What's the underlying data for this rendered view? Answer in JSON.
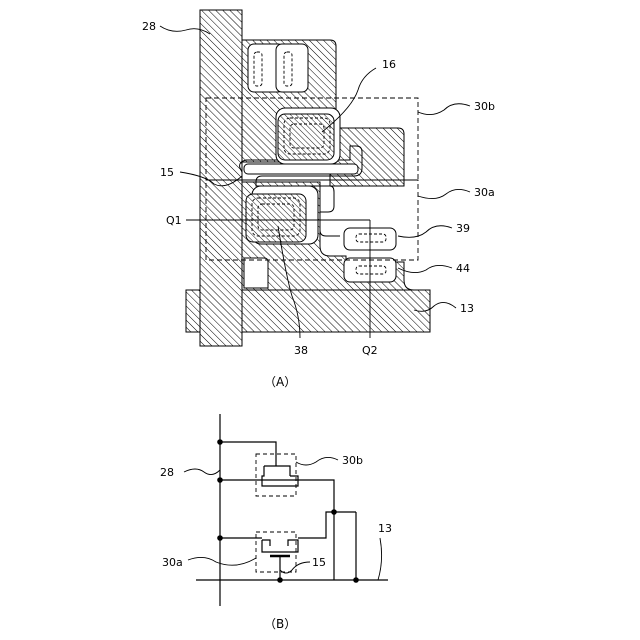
{
  "figure_a": {
    "caption": "（A）",
    "labels": {
      "l28": "28",
      "l16": "16",
      "l30b": "30b",
      "l15": "15",
      "l30a": "30a",
      "lQ1": "Q1",
      "l39": "39",
      "l44": "44",
      "l13": "13",
      "l38": "38",
      "lQ2": "Q2"
    }
  },
  "figure_b": {
    "caption": "（B）",
    "labels": {
      "l28": "28",
      "l30b": "30b",
      "l13": "13",
      "l30a": "30a",
      "l15": "15"
    }
  },
  "colors": {
    "line": "#000000",
    "background": "#ffffff"
  }
}
